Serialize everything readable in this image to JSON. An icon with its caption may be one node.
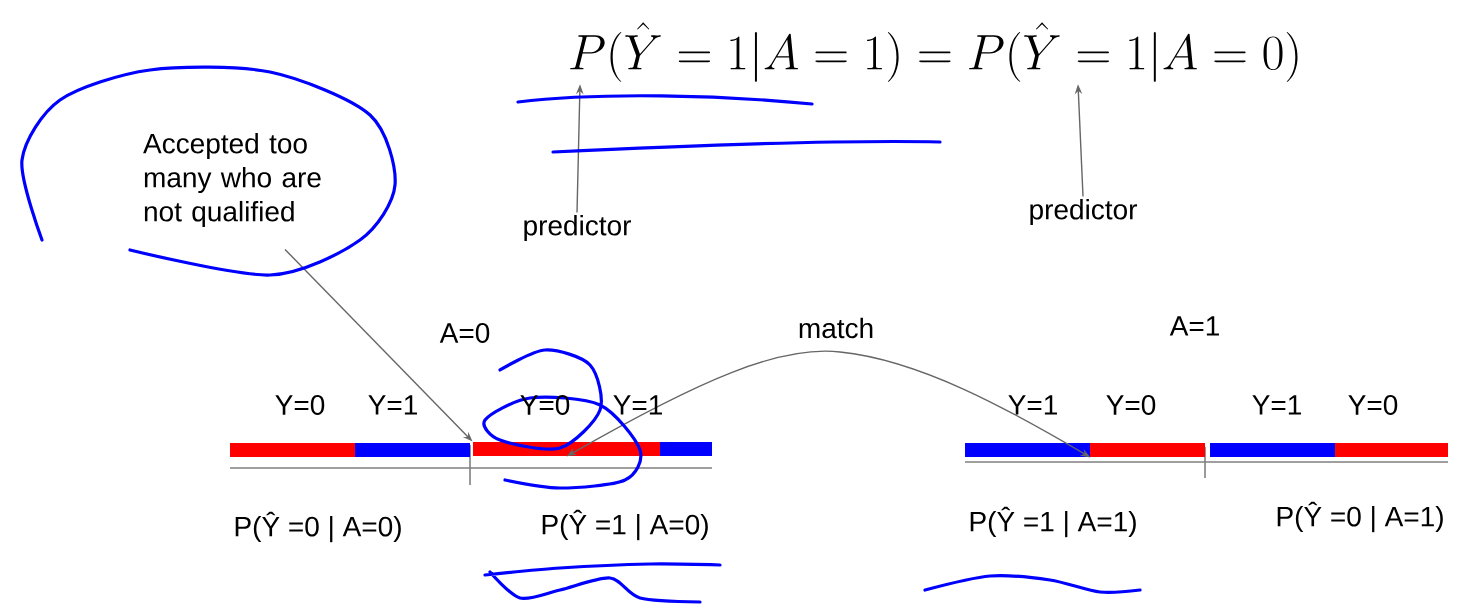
{
  "diagram": {
    "nodes": [
      {
        "text": [
          "P(\\hat{Y} = 1|A=1) = P(\\hat{Y} = 1|A=0)"
        ]
      },
      {
        "text": [
          "Accepted too many who are not qualified"
        ]
      },
      {
        "text": [
          "predictor"
        ]
      },
      {
        "text": [
          "predictor"
        ]
      },
      {
        "text": [],
        "shape": "bar"
      },
      {
        "text": [],
        "shape": "bar"
      },
      {
        "text": [],
        "shape": "bar"
      },
      {
        "text": [],
        "shape": "bar"
      },
      {
        "text": [],
        "shape": "bar"
      },
      {
        "text": [],
        "shape": "bar"
      },
      {
        "text": [],
        "shape": "bar"
      },
      {
        "text": [],
        "shape": "bar"
      }
    ],
    "edges": [
      {
        "from": 1,
        "to": 6,
        "arrow": "to"
      },
      {
        "from": 2,
        "to": 0,
        "arrow": "to"
      },
      {
        "from": 3,
        "to": 0,
        "arrow": "to"
      },
      {
        "from": 8,
        "to": 6,
        "arrow": "both",
        "label": "match"
      }
    ],
    "labels": [
      "A=0",
      "A=1",
      "Y=0",
      "Y=1",
      "Y=0",
      "Y=1",
      "Y=1",
      "Y=0",
      "Y=1",
      "Y=0",
      "P(Ŷ =0 | A=0)",
      "P(Ŷ =1 | A=0)",
      "P(Ŷ =1 | A=1)",
      "P(Ŷ =0 | A=1)"
    ]
  }
}
